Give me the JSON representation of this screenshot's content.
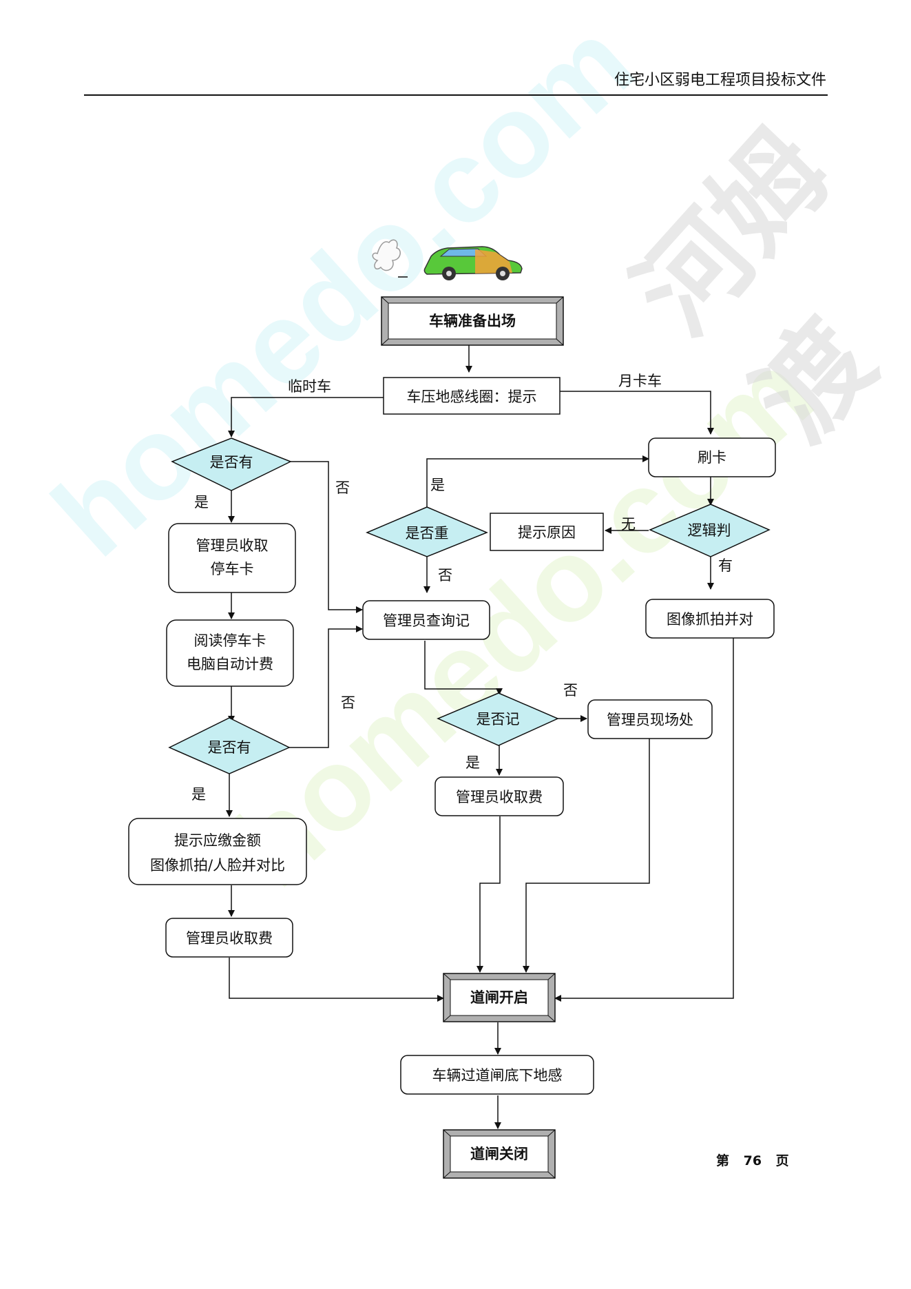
{
  "header": {
    "title": "住宅小区弱电工程项目投标文件"
  },
  "watermark": {
    "left": "homedo.com",
    "right": "homedo.com",
    "brand": "河姆渡"
  },
  "footer": {
    "page": "第 76 页"
  },
  "nodes": {
    "start": "车辆准备出场",
    "sensor": "车压地感线圈：提示",
    "has_card_1": "是否有",
    "collect_card_1": "管理员收取",
    "collect_card_2": "停车卡",
    "read_card_1": "阅读停车卡",
    "read_card_2": "电脑自动计费",
    "has_card_2": "是否有",
    "amount_1": "提示应缴金额",
    "amount_2": "图像抓拍/人脸并对比",
    "fee_left": "管理员收取费",
    "swipe": "刷卡",
    "repeat": "是否重",
    "reason": "提示原因",
    "logic": "逻辑判",
    "capture": "图像抓拍并对",
    "query": "管理员查询记",
    "recorded": "是否记",
    "onsite": "管理员现场处",
    "fee_mid": "管理员收取费",
    "gate_open": "道闸开启",
    "pass": "车辆过道闸底下地感",
    "gate_close": "道闸关闭"
  },
  "edge_labels": {
    "temp_car": "临时车",
    "month_car": "月卡车",
    "yes_1": "是",
    "no_1": "否",
    "no_2": "否",
    "yes_2": "是",
    "yes_repeat": "是",
    "no_repeat": "否",
    "none": "无",
    "have": "有",
    "no_recorded": "否",
    "yes_recorded": "是"
  },
  "colors": {
    "diamond": "#c6eef2",
    "car_body": "#58c83a",
    "car_window": "#6fb8e8",
    "car_accent": "#f2a23a"
  }
}
